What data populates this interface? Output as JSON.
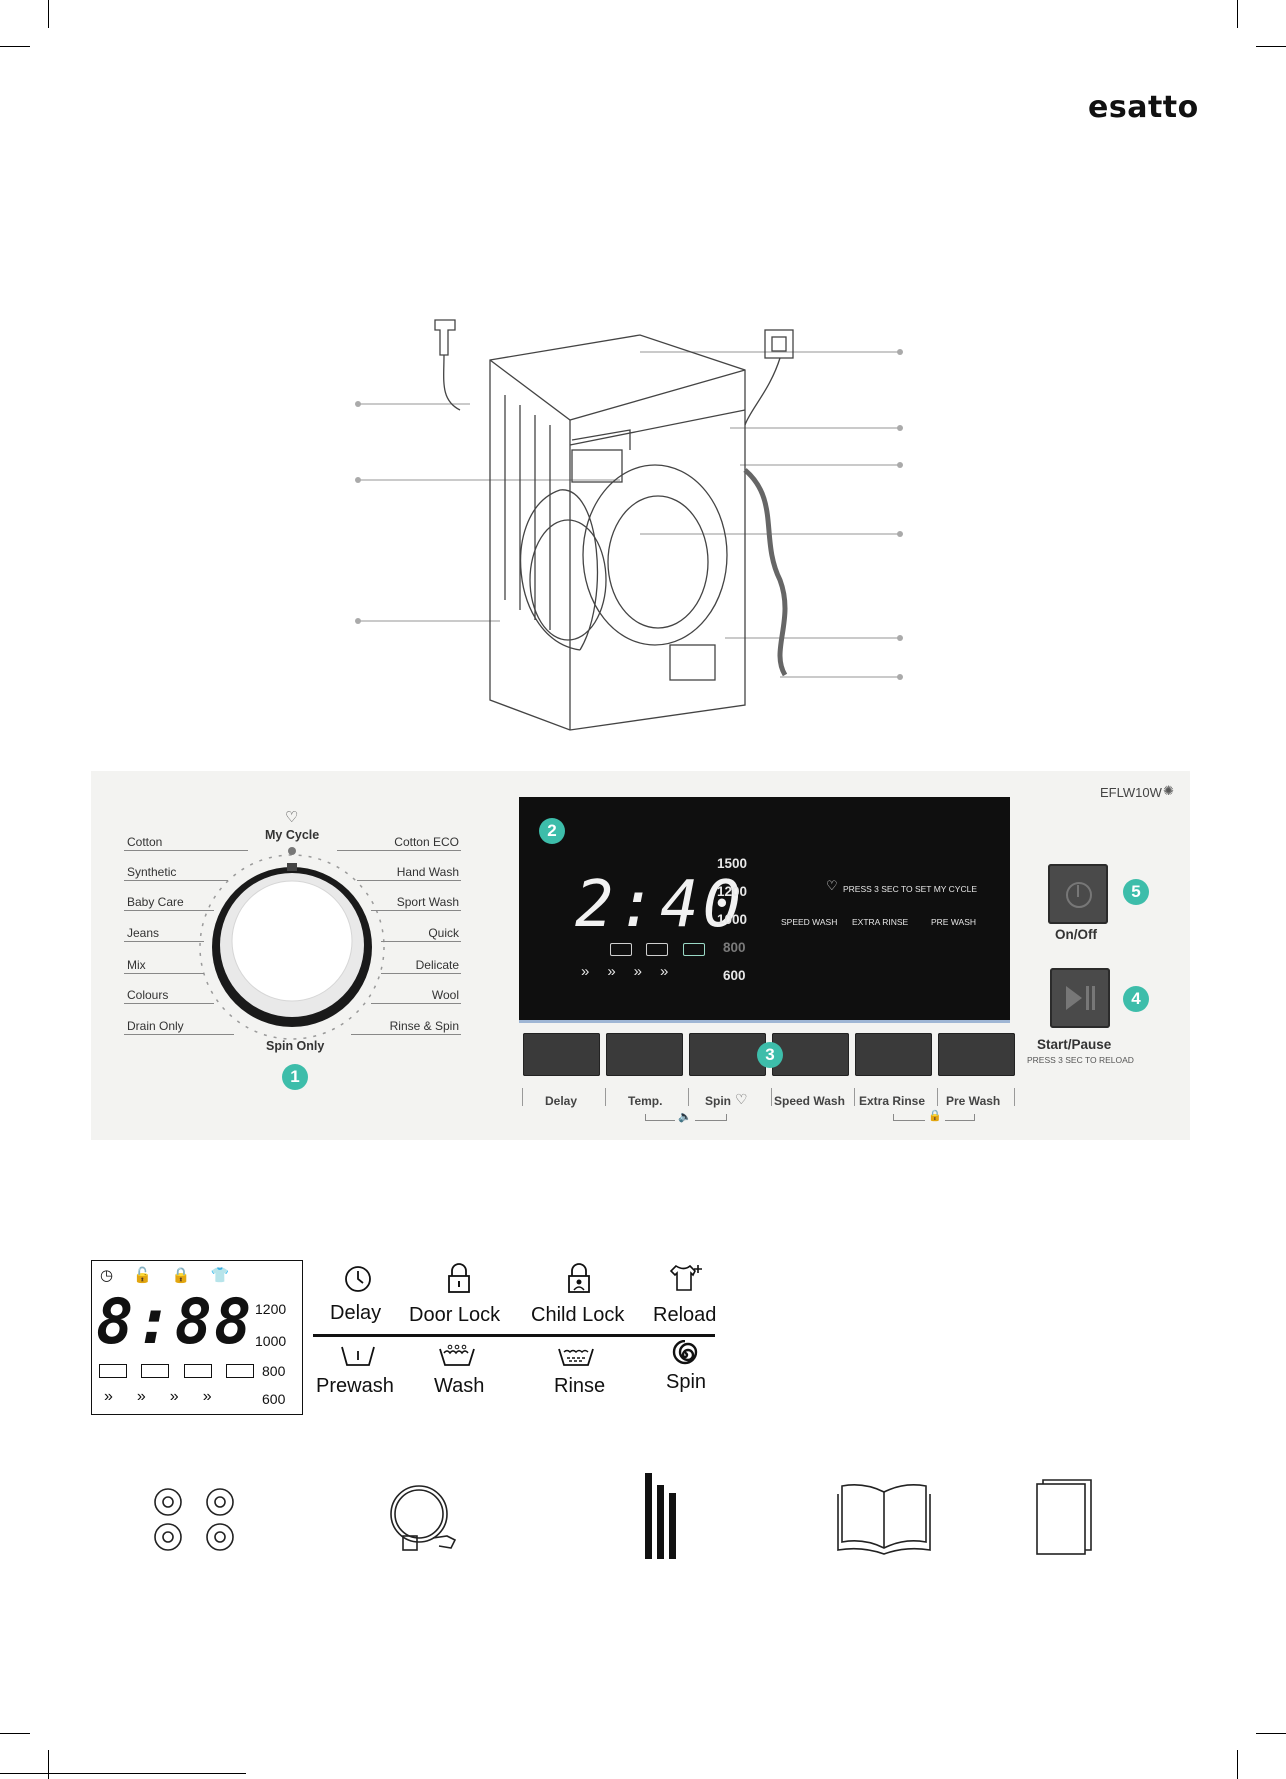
{
  "brand": {
    "logo": "esatto"
  },
  "panel": {
    "model": "EFLW10W",
    "dial_left": [
      "Cotton",
      "Synthetic",
      "Baby Care",
      "Jeans",
      "Mix",
      "Colours",
      "Drain Only"
    ],
    "dial_right": [
      "Cotton ECO",
      "Hand Wash",
      "Sport Wash",
      "Quick",
      "Delicate",
      "Wool",
      "Rinse & Spin"
    ],
    "dial_top": "My Cycle",
    "dial_bottom": "Spin Only",
    "badges": [
      "1",
      "2",
      "3",
      "4",
      "5"
    ],
    "display": {
      "time": "2:40",
      "speeds": [
        "1500",
        "1200",
        "1000",
        "800",
        "600"
      ],
      "my_cycle_hint": "PRESS 3 SEC TO SET MY CYCLE",
      "options": [
        "SPEED WASH",
        "EXTRA RINSE",
        "PRE WASH"
      ]
    },
    "keys": [
      "Delay",
      "Temp.",
      "Spin",
      "Speed Wash",
      "Extra Rinse",
      "Pre Wash"
    ],
    "on_off": "On/Off",
    "start_pause": "Start/Pause",
    "start_pause_hint": "PRESS 3 SEC TO RELOAD"
  },
  "legend": {
    "digits": "8:88",
    "speeds": [
      "1200",
      "1000",
      "800",
      "600"
    ],
    "icons_top": [
      {
        "icon": "clock-icon",
        "label": "Delay"
      },
      {
        "icon": "lock-icon",
        "label": "Door Lock"
      },
      {
        "icon": "child-lock-icon",
        "label": "Child Lock"
      },
      {
        "icon": "shirt-plus-icon",
        "label": "Reload"
      }
    ],
    "icons_bottom": [
      {
        "icon": "prewash-tub-icon",
        "label": "Prewash"
      },
      {
        "icon": "wash-tub-icon",
        "label": "Wash"
      },
      {
        "icon": "rinse-tub-icon",
        "label": "Rinse"
      },
      {
        "icon": "spin-spiral-icon",
        "label": "Spin"
      }
    ]
  },
  "accessories": [
    "feet-caps-icon",
    "inlet-hose-icon",
    "transit-bolts-icon",
    "manual-book-icon",
    "card-icon"
  ]
}
